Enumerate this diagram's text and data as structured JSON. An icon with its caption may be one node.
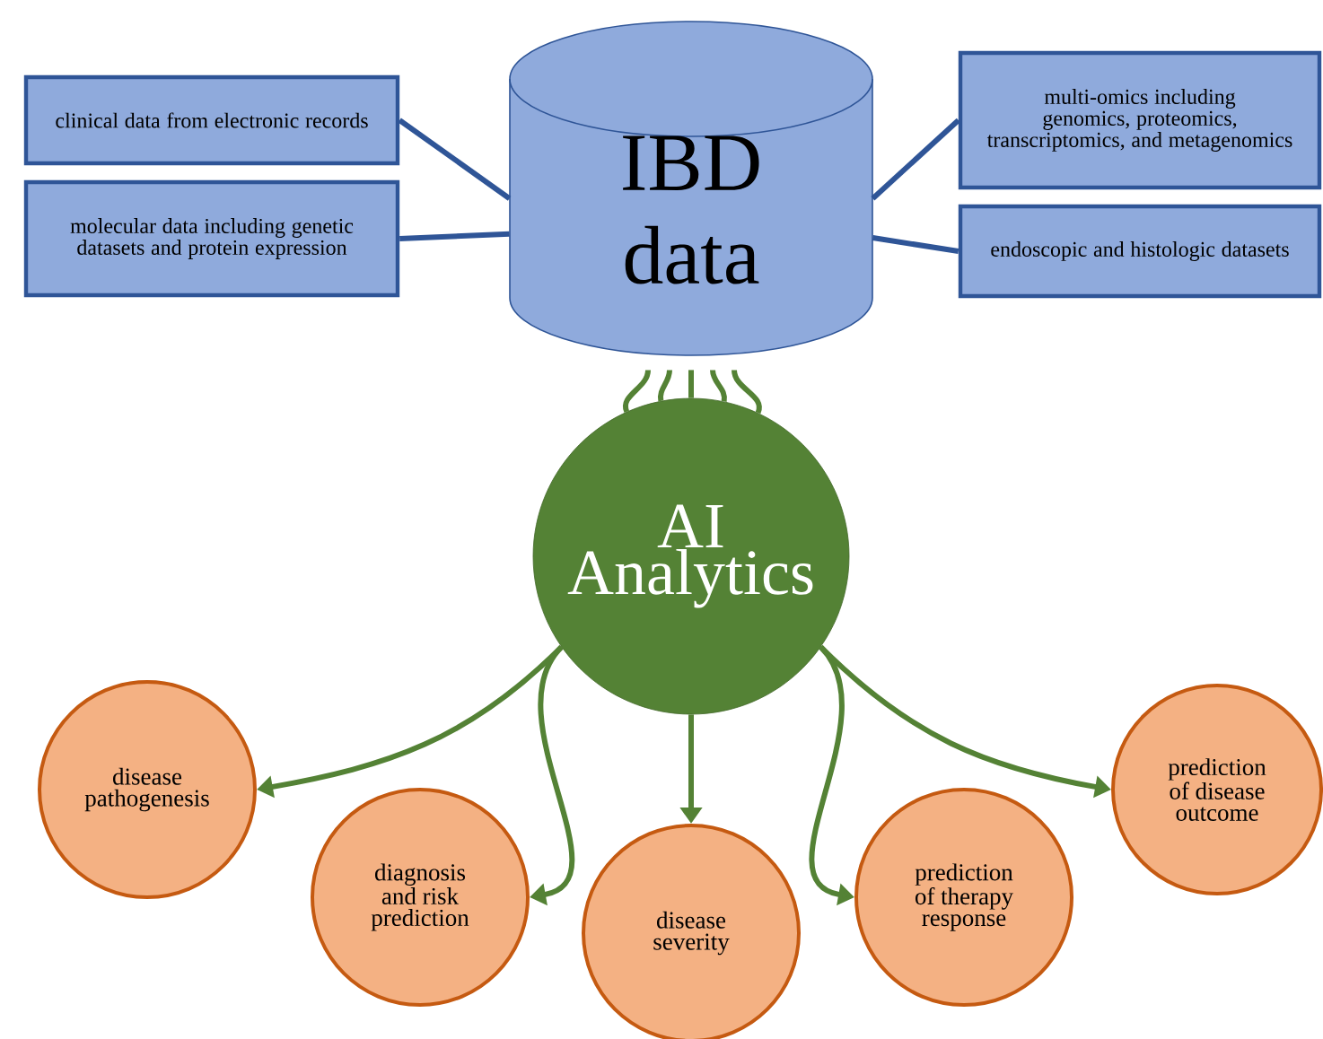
{
  "diagram": {
    "nodes": [
      {
        "text": [
          "IBD data"
        ]
      },
      {
        "text": [
          "clinical data from electronic records"
        ]
      },
      {
        "text": [
          "molecular data including genetic datasets  and protein expression"
        ]
      },
      {
        "text": [
          "multi-omics including genomics, proteomics, transcriptomics, and metagenomics"
        ]
      },
      {
        "text": [
          "endoscopic and histologic datasets"
        ]
      },
      {
        "text": [
          "AI Analytics"
        ]
      },
      {
        "text": [
          "disease pathogenesis"
        ]
      },
      {
        "text": [
          "diagnosis and risk prediction"
        ]
      },
      {
        "text": [
          "disease severity"
        ]
      },
      {
        "text": [
          "prediction of therapy response"
        ]
      },
      {
        "text": [
          "prediction of disease outcome"
        ]
      }
    ],
    "edges": [
      {
        "from": 1,
        "to": 0,
        "arrow": "none",
        "color": "#2f5597"
      },
      {
        "from": 2,
        "to": 0,
        "arrow": "none",
        "color": "#2f5597"
      },
      {
        "from": 3,
        "to": 0,
        "arrow": "none",
        "color": "#2f5597"
      },
      {
        "from": 4,
        "to": 0,
        "arrow": "none",
        "color": "#2f5597"
      },
      {
        "from": 0,
        "to": 5,
        "arrow": "none"
      },
      {
        "from": 0,
        "to": 5,
        "arrow": "none"
      },
      {
        "from": 0,
        "to": 5,
        "arrow": "none"
      },
      {
        "from": 0,
        "to": 5,
        "arrow": "none"
      },
      {
        "from": 0,
        "to": 5,
        "arrow": "none"
      },
      {
        "from": 5,
        "to": 6,
        "arrow": "to"
      },
      {
        "from": 5,
        "to": 7,
        "arrow": "to"
      },
      {
        "from": 5,
        "to": 8,
        "arrow": "to"
      },
      {
        "from": 5,
        "to": 9,
        "arrow": "to"
      },
      {
        "from": 5,
        "to": 10,
        "arrow": "to"
      }
    ]
  }
}
